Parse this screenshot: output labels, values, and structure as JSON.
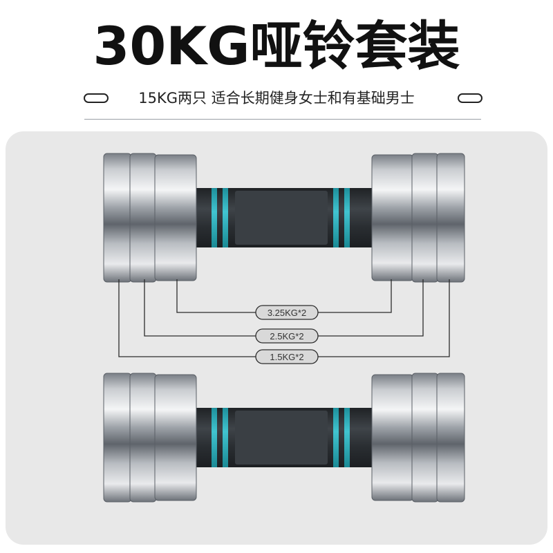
{
  "header": {
    "title": "30KG哑铃套装",
    "subtitle": "15KG两只  适合长期健身女士和有基础男士"
  },
  "plates": {
    "labels": [
      "3.25KG*2",
      "2.5KG*2",
      "1.5KG*2"
    ]
  },
  "colors": {
    "accent_ring": "#2bb3c0",
    "handle": "#2e3236",
    "chrome_dark": "#6e737a",
    "chrome_light": "#f4f5f6",
    "panel": "#e8e8e8"
  }
}
